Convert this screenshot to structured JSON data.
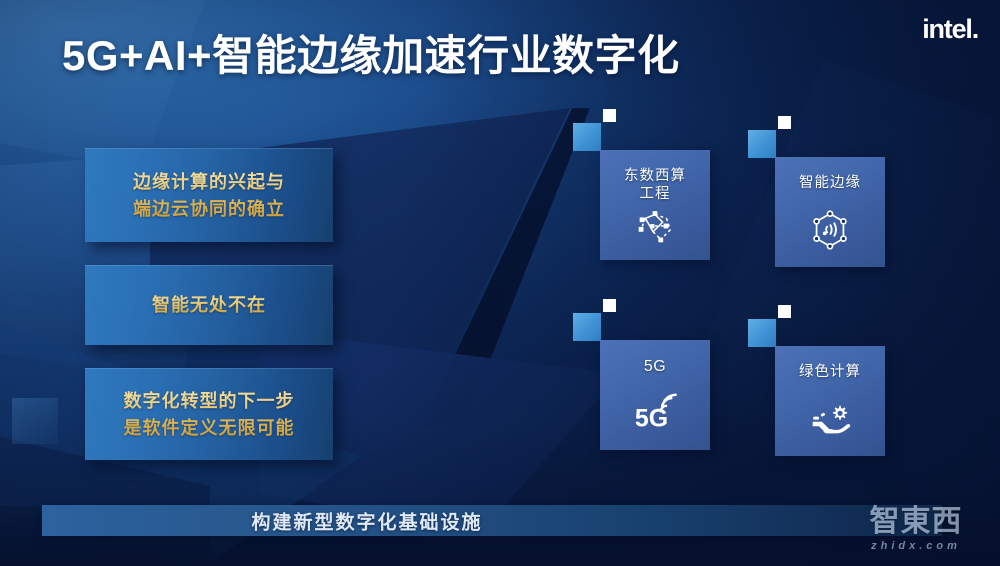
{
  "brand": {
    "logo_text": "intel."
  },
  "header": {
    "title": "5G+AI+智能边缘加速行业数字化"
  },
  "statements": {
    "cards": [
      {
        "line1": "边缘计算的兴起与",
        "line2": "端边云协同的确立"
      },
      {
        "line1": "智能无处不在",
        "line2": ""
      },
      {
        "line1": "数字化转型的下一步",
        "line2": "是软件定义无限可能"
      }
    ]
  },
  "tiles": [
    {
      "label": "东数西算",
      "label2": "工程",
      "icon": "network-nodes-icon"
    },
    {
      "label": "智能边缘",
      "label2": "",
      "icon": "hexagon-signal-icon"
    },
    {
      "label": "5G",
      "label2": "",
      "icon": "5g-signal-icon"
    },
    {
      "label": "绿色计算",
      "label2": "",
      "icon": "hand-gear-icon"
    }
  ],
  "banner": {
    "text": "构建新型数字化基础设施"
  },
  "watermark": {
    "logo": "智東西",
    "domain": "zhidx.com"
  },
  "colors": {
    "background_deep": "#0a1f48",
    "background_light": "#3a7cc0",
    "card_blue": "#2f79bf",
    "card_text_gold": "#e7c976",
    "tile_blue": "#4166aa",
    "corner_accent": "#3e92d4",
    "white": "#ffffff"
  }
}
